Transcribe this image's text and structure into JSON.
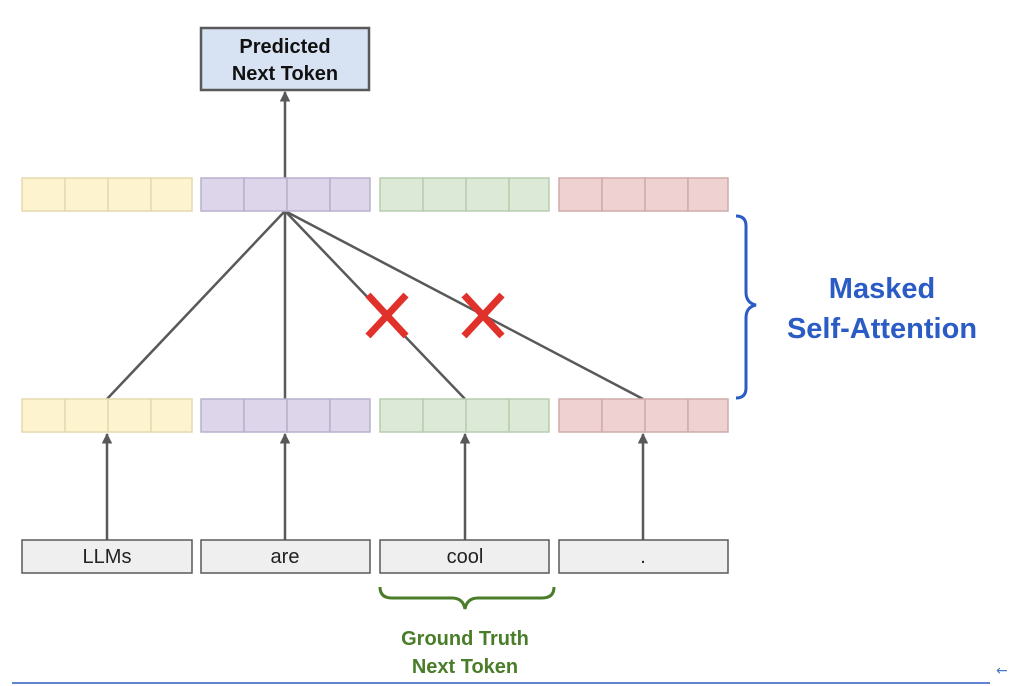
{
  "output": {
    "line1": "Predicted",
    "line2": "Next Token"
  },
  "tokens": [
    "LLMs",
    "are",
    "cool",
    "."
  ],
  "masked_label": {
    "line1": "Masked",
    "line2": "Self-Attention"
  },
  "ground_truth_label": {
    "line1": "Ground Truth",
    "line2": "Next Token"
  },
  "nav": {
    "back_glyph": "←"
  },
  "colors": {
    "yellow": {
      "fill": "#fdf3cf",
      "stroke": "#e5d9ae"
    },
    "purple": {
      "fill": "#ddd6ea",
      "stroke": "#b9b0cd"
    },
    "green": {
      "fill": "#dbe9d6",
      "stroke": "#b7cdb0"
    },
    "red": {
      "fill": "#f0d1d1",
      "stroke": "#cfabab"
    },
    "output_box": "#d7e2f2",
    "arrow": "#595959",
    "mask_cross": "#e0322b",
    "masked_label": "#2b5bc4",
    "ground_truth": "#4a7d29",
    "token_box": "#efefef"
  },
  "attention_edges": [
    {
      "from_token": "LLMs",
      "masked": false
    },
    {
      "from_token": "are",
      "masked": false
    },
    {
      "from_token": "cool",
      "masked": true
    },
    {
      "from_token": ".",
      "masked": true
    }
  ]
}
